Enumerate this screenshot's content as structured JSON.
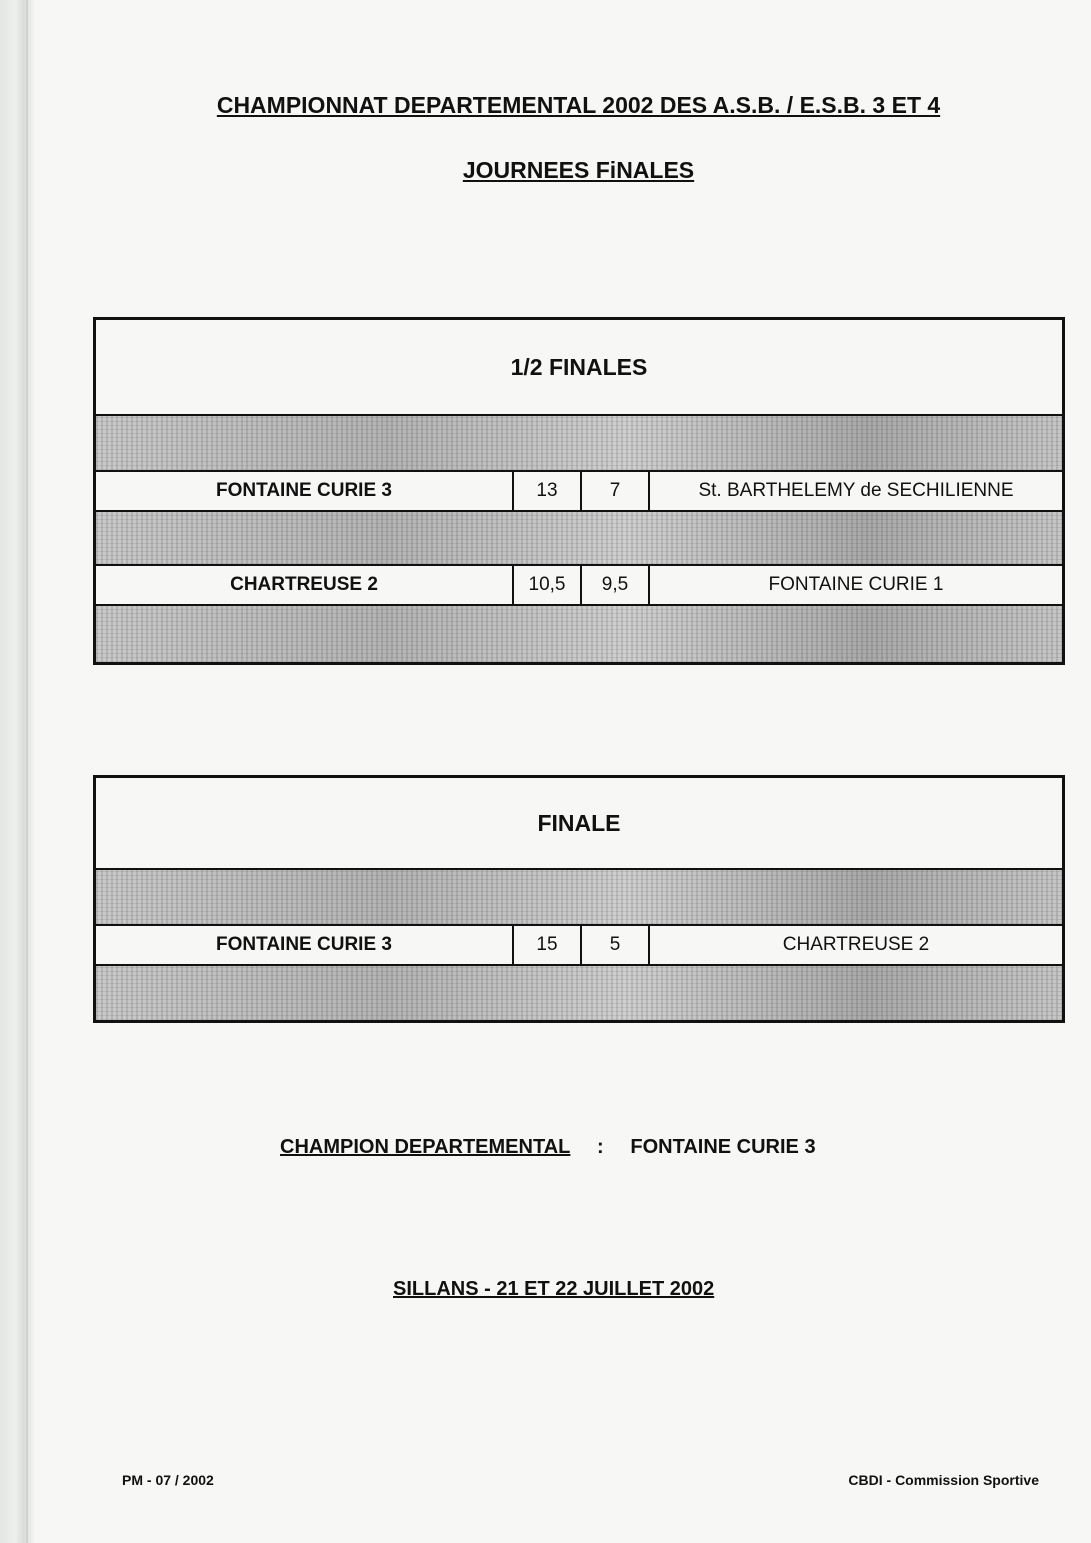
{
  "header": {
    "title": "CHAMPIONNAT DEPARTEMENTAL  2002 DES A.S.B. / E.S.B. 3 ET 4",
    "subtitle": "JOURNEES FiNALES"
  },
  "semifinals": {
    "heading": "1/2 FINALES",
    "matches": [
      {
        "home": "FONTAINE CURIE 3",
        "score_home": "13",
        "score_away": "7",
        "away": "St. BARTHELEMY de SECHILIENNE"
      },
      {
        "home": "CHARTREUSE 2",
        "score_home": "10,5",
        "score_away": "9,5",
        "away": "FONTAINE CURIE 1"
      }
    ]
  },
  "final": {
    "heading": "FINALE",
    "match": {
      "home": "FONTAINE CURIE 3",
      "score_home": "15",
      "score_away": "5",
      "away": "CHARTREUSE 2"
    }
  },
  "champion": {
    "label": "CHAMPION DEPARTEMENTAL",
    "separator": ":",
    "team": "FONTAINE CURIE 3"
  },
  "venue": "SILLANS  -  21 ET 22 JUILLET 2002",
  "footer": {
    "left": "PM - 07 / 2002",
    "right": "CBDI - Commission Sportive"
  }
}
